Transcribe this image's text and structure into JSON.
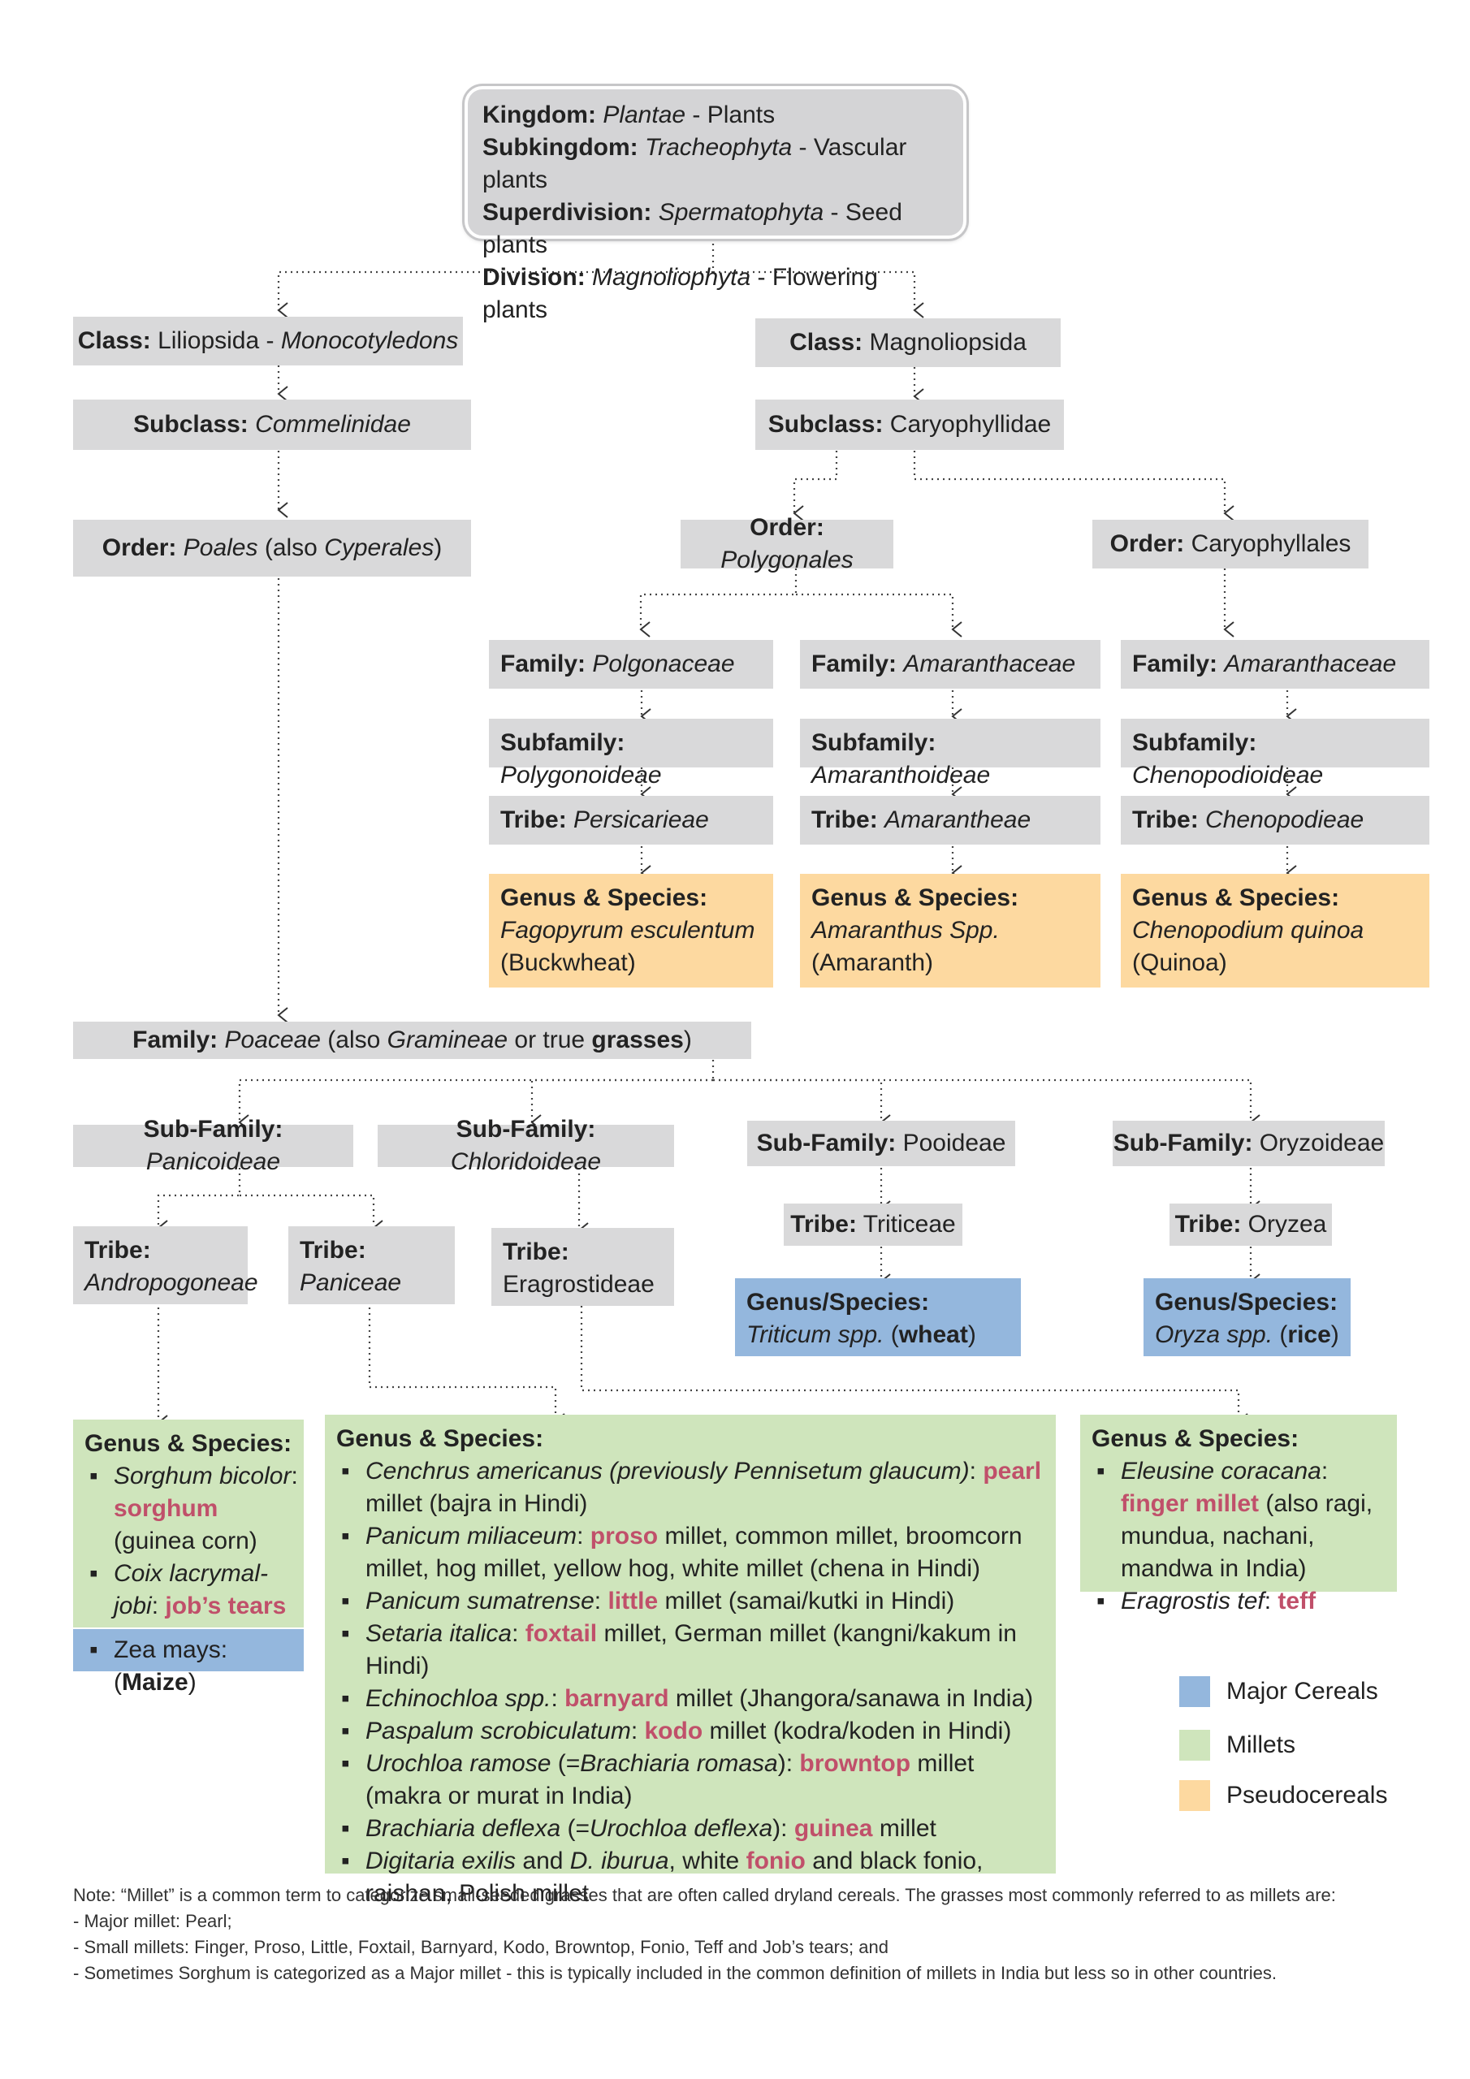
{
  "top": {
    "lines": [
      {
        "label": "Kingdom:",
        "sci": "Plantae",
        "common": " - Plants"
      },
      {
        "label": "Subkingdom:",
        "sci": "Tracheophyta",
        "common": " - Vascular plants"
      },
      {
        "label": "Superdivision:",
        "sci": "Spermatophyta",
        "common": " - Seed plants"
      },
      {
        "label": "Division:",
        "sci": "Magnoliophyta",
        "common": " - Flowering plants"
      }
    ]
  },
  "monocot": {
    "class": {
      "label": "Class:",
      "name": " Liliopsida - ",
      "sci": "Monocotyledons"
    },
    "subclass": {
      "label": "Subclass:",
      "sci": "Commelinidae"
    },
    "order": {
      "label": "Order:",
      "sci": "Poales",
      "a": " (also ",
      "b": "Cyperales",
      "c": ")"
    }
  },
  "dicot": {
    "class": {
      "label": "Class:",
      "name": " Magnoliopsida"
    },
    "subclass": {
      "label": "Subclass:",
      "name": " Caryophyllidae"
    },
    "order_poly": {
      "label": "Order:",
      "sci": "Polygonales"
    },
    "order_caryo": {
      "label": "Order:",
      "name": " Caryophyllales"
    },
    "columns": [
      {
        "family": {
          "label": "Family:",
          "sci": "Polgonaceae"
        },
        "subfamily": {
          "label": "Subfamily:",
          "sci": "Polygonoideae"
        },
        "tribe": {
          "label": "Tribe:",
          "sci": "Persicarieae"
        },
        "genus": {
          "label": "Genus & Species:",
          "sci": "Fagopyrum esculentum",
          "common": "(Buckwheat)"
        }
      },
      {
        "family": {
          "label": "Family:",
          "sci": "Amaranthaceae"
        },
        "subfamily": {
          "label": "Subfamily:",
          "sci": "Amaranthoideae"
        },
        "tribe": {
          "label": "Tribe:",
          "sci": "Amarantheae"
        },
        "genus": {
          "label": "Genus & Species:",
          "sci": "Amaranthus Spp.",
          "common": "(Amaranth)"
        }
      },
      {
        "family": {
          "label": "Family:",
          "sci": "Amaranthaceae"
        },
        "subfamily": {
          "label": "Subfamily:",
          "sci": "Chenopodioideae"
        },
        "tribe": {
          "label": "Tribe:",
          "sci": "Chenopodieae"
        },
        "genus": {
          "label": "Genus & Species:",
          "sci": "Chenopodium quinoa",
          "common": "(Quinoa)"
        }
      }
    ]
  },
  "poaceae": {
    "label": "Family:",
    "sci": "Poaceae",
    "a": " (also ",
    "b": "Gramineae",
    "c": " or true ",
    "d": "grasses",
    "e": ")"
  },
  "subfamilies": {
    "panicoideae": {
      "label": "Sub-Family:",
      "sci": "Panicoideae"
    },
    "chloridoideae": {
      "label": "Sub-Family:",
      "sci": "Chloridoideae"
    },
    "pooideae": {
      "label": "Sub-Family:",
      "name": " Pooideae"
    },
    "oryzoideae": {
      "label": "Sub-Family:",
      "name": " Oryzoideae"
    }
  },
  "tribes": {
    "andropogoneae": {
      "label": "Tribe:",
      "sci": "Andropogoneae"
    },
    "paniceae": {
      "label": "Tribe:",
      "sci": "Paniceae"
    },
    "eragrostideae": {
      "label": "Tribe:",
      "name": "Eragrostideae"
    },
    "triticeae": {
      "label": "Tribe:",
      "name": " Triticeae"
    },
    "oryzea": {
      "label": "Tribe:",
      "name": " Oryzea"
    }
  },
  "cereals": {
    "wheat": {
      "label": "Genus/Species:",
      "sci": "Triticum spp.",
      "a": " (",
      "b": "wheat",
      "c": ")"
    },
    "rice": {
      "label": "Genus/Species:",
      "sci": "Oryza spp.",
      "a": " (",
      "b": "rice",
      "c": ")"
    }
  },
  "andro_genus": {
    "label": "Genus & Species:",
    "items": [
      {
        "sci": "Sorghum bicolor",
        "sep": ": ",
        "hl": "sorghum",
        "rest": " (guinea corn)"
      },
      {
        "sci": "Coix lacrymal-jobi",
        "sep": ": ",
        "hl": "job’s tears",
        "rest": ""
      }
    ],
    "maize": {
      "pre": "Zea mays: (",
      "b": "Maize",
      "post": ")"
    }
  },
  "paniceae_genus": {
    "label": "Genus & Species:",
    "items": [
      {
        "sci": "Cenchrus americanus (previously Pennisetum glaucum)",
        "sep": ": ",
        "hl": "pearl",
        "rest": " millet (bajra in Hindi)"
      },
      {
        "sci": "Panicum miliaceum",
        "sep": ": ",
        "hl": "proso",
        "rest": " millet, common millet, broomcorn millet, hog millet, yellow hog, white millet (chena in Hindi)"
      },
      {
        "sci": "Panicum sumatrense",
        "sep": ": ",
        "hl": "little",
        "rest": " millet (samai/kutki in Hindi)"
      },
      {
        "sci": "Setaria italica",
        "sep": ": ",
        "hl": "foxtail",
        "rest": " millet, German millet (kangni/kakum in Hindi)"
      },
      {
        "sci": "Echinochloa spp.",
        "sep": ": ",
        "hl": "barnyard",
        "rest": " millet (Jhangora/sanawa in India)"
      },
      {
        "sci": "Paspalum scrobiculatum",
        "sep": ": ",
        "hl": "kodo",
        "rest": " millet (kodra/koden in Hindi)"
      },
      {
        "sci": "Urochloa ramose",
        "sep": " (=",
        "sci2": "Brachiaria romasa",
        "sep2": "): ",
        "hl": "browntop",
        "rest": " millet (makra or murat in India)"
      },
      {
        "sci": "Brachiaria deflexa",
        "sep": " (=",
        "sci2": "Urochloa deflexa",
        "sep2": "): ",
        "hl": "guinea",
        "rest": " millet"
      },
      {
        "sci": "Digitaria exilis",
        "sep": " and ",
        "sci2": "D. iburua",
        "sep2": ", white ",
        "hl": "fonio",
        "rest": " and black fonio, raishan, Polish millet"
      }
    ]
  },
  "eragro_genus": {
    "label": "Genus & Species:",
    "items": [
      {
        "sci": "Eleusine coracana",
        "sep": ": ",
        "hl": "finger millet",
        "rest": " (also ragi, mundua, nachani, mandwa in India)"
      },
      {
        "sci": "Eragrostis tef",
        "sep": ": ",
        "hl": "teff",
        "rest": ""
      }
    ]
  },
  "legend": [
    {
      "label": "Major Cereals",
      "color": "#94b7dd"
    },
    {
      "label": "Millets",
      "color": "#cfe5bc"
    },
    {
      "label": "Pseudocereals",
      "color": "#fdd9a0"
    }
  ],
  "note": [
    "Note: “Millet” is a common term to categorize small-seeded grasses that are often called dryland cereals. The grasses most commonly referred to as millets are:",
    "- Major millet: Pearl;",
    "- Small millets: Finger, Proso, Little, Foxtail, Barnyard, Kodo, Browntop, Fonio, Teff and Job’s tears; and",
    "- Sometimes Sorghum is categorized as a Major millet - this is typically included in the common definition of millets in India but less so in other countries."
  ],
  "colors": {
    "highlight": "#c0506a",
    "box_gray": "#d9d9da",
    "major_cereal": "#94b7dd",
    "millet": "#cfe5bc",
    "pseudocereal": "#fdd9a0"
  }
}
